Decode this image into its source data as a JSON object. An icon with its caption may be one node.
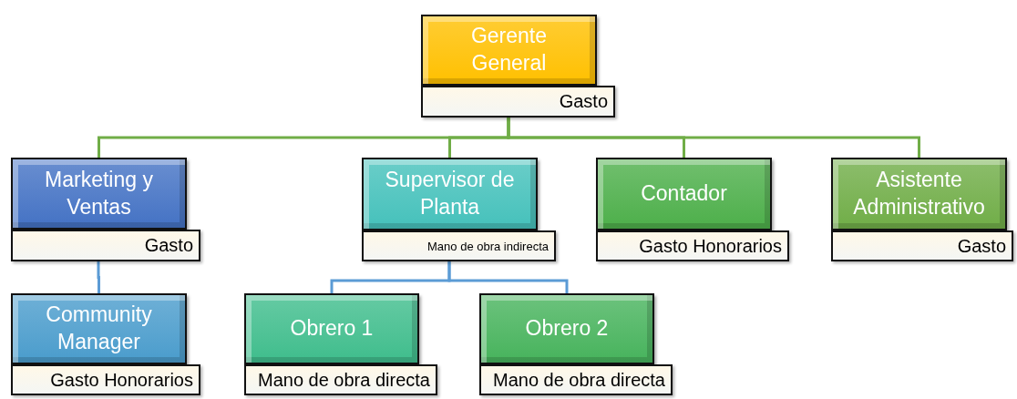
{
  "diagram": {
    "nodes": [
      {
        "text": [
          "Gerente General"
        ]
      },
      {
        "text": [
          "Gasto"
        ]
      },
      {
        "text": [
          "Marketing y Ventas"
        ]
      },
      {
        "text": [
          "Gasto"
        ]
      },
      {
        "text": [
          "Supervisor de Planta"
        ]
      },
      {
        "text": [
          "Mano de obra indirecta"
        ]
      },
      {
        "text": [
          "Contador"
        ]
      },
      {
        "text": [
          "Gasto Honorarios"
        ]
      },
      {
        "text": [
          "Asistente Administrativo"
        ]
      },
      {
        "text": [
          "Gasto"
        ]
      },
      {
        "text": [
          "Community Manager"
        ]
      },
      {
        "text": [
          "Gasto Honorarios"
        ]
      },
      {
        "text": [
          "Obrero 1"
        ]
      },
      {
        "text": [
          "Mano de obra directa"
        ]
      },
      {
        "text": [
          "Obrero 2"
        ]
      },
      {
        "text": [
          "Mano de obra directa"
        ]
      }
    ],
    "edges": [
      {
        "from": 1,
        "to": 2,
        "arrow": "none"
      },
      {
        "from": 1,
        "to": 4,
        "arrow": "none"
      },
      {
        "from": 1,
        "to": 6,
        "arrow": "none"
      },
      {
        "from": 1,
        "to": 8,
        "arrow": "none"
      },
      {
        "from": 3,
        "to": 10,
        "arrow": "none",
        "color": "#5b9bd5"
      },
      {
        "from": 5,
        "to": 12,
        "arrow": "none",
        "color": "#5b9bd5"
      },
      {
        "from": 5,
        "to": 14,
        "arrow": "none",
        "color": "#5b9bd5"
      }
    ]
  }
}
